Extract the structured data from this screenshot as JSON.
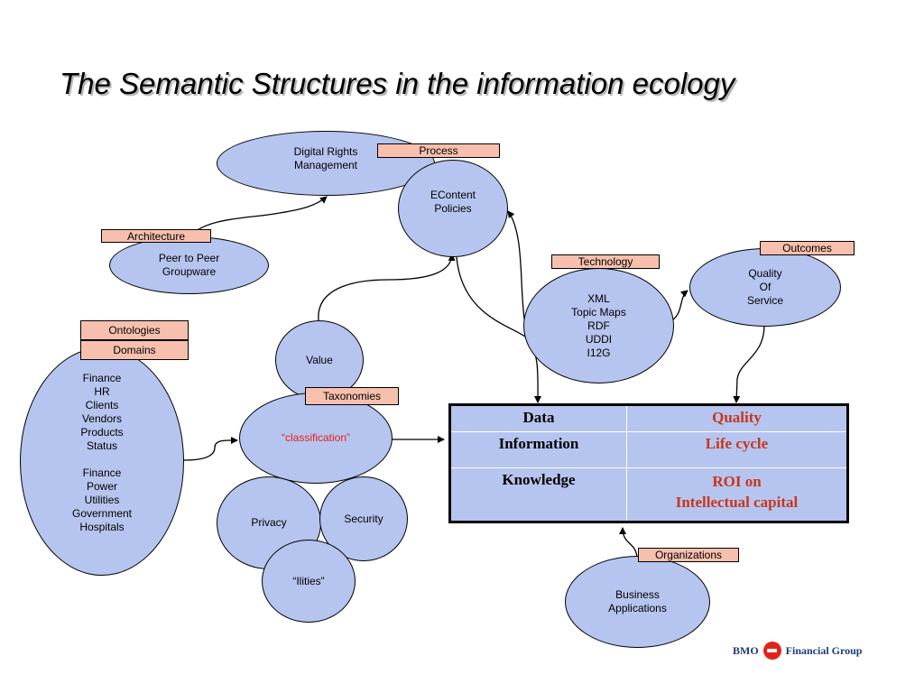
{
  "title": "The Semantic Structures in the information ecology",
  "nodes": {
    "drm": "Digital Rights\nManagement",
    "econtent": "EContent\nPolicies",
    "p2p": "Peer to Peer\nGroupware",
    "xml": "XML\nTopic Maps\nRDF\nUDDI\nI12G",
    "qos": "Quality\nOf\nService",
    "value": "Value",
    "domains_list": "Finance\nHR\nClients\nVendors\nProducts\nStatus\n\nFinance\nPower\nUtilities\nGovernment\nHospitals",
    "classification": "“classification”",
    "privacy": "Privacy",
    "security": "Security",
    "ilities": "“Ilities”",
    "business": "Business\nApplications"
  },
  "tags": {
    "process": "Process",
    "architecture": "Architecture",
    "technology": "Technology",
    "outcomes": "Outcomes",
    "ontologies": "Ontologies",
    "domains": "Domains",
    "taxonomies": "Taxonomies",
    "organizations": "Organizations"
  },
  "table": {
    "rows": [
      {
        "left": "Data",
        "right": "Quality"
      },
      {
        "left": "Information",
        "right": "Life cycle"
      },
      {
        "left": "Knowledge",
        "right": "ROI on\nIntellectual capital"
      }
    ]
  },
  "logo": {
    "left": "BMO",
    "right": "Financial Group"
  },
  "colors": {
    "ellipse_fill": "#b6c5ef",
    "tag_fill": "#f7c0ae",
    "accent_red": "#c8361a",
    "logo_red": "#e2231a",
    "logo_blue": "#1f3a7a"
  }
}
